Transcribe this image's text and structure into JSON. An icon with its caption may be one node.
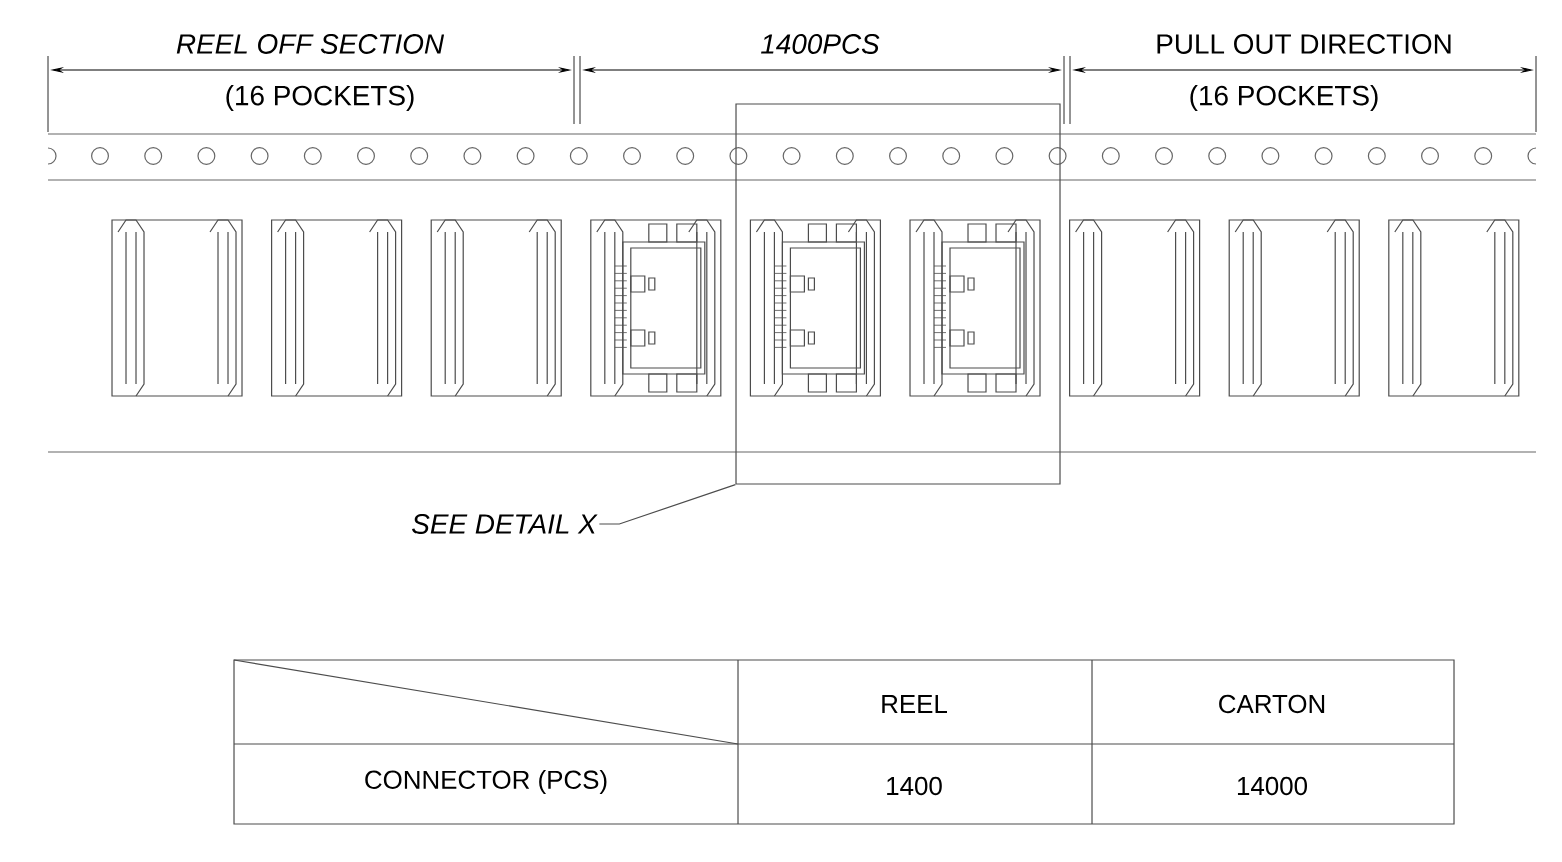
{
  "diagram": {
    "nodes": [
      {
        "text": [
          "SEE DETAIL X"
        ]
      },
      {
        "text": [],
        "shape": "box"
      }
    ],
    "edges": [
      {
        "from": 0,
        "to": 1,
        "arrow": "none"
      }
    ],
    "labels": [
      "REEL OFF SECTION",
      "(16 POCKETS)",
      "1400PCS",
      "PULL OUT DIRECTION",
      "(16 POCKETS)",
      "REEL",
      "CARTON",
      "CONNECTOR (PCS)",
      "1400",
      "14000"
    ]
  }
}
